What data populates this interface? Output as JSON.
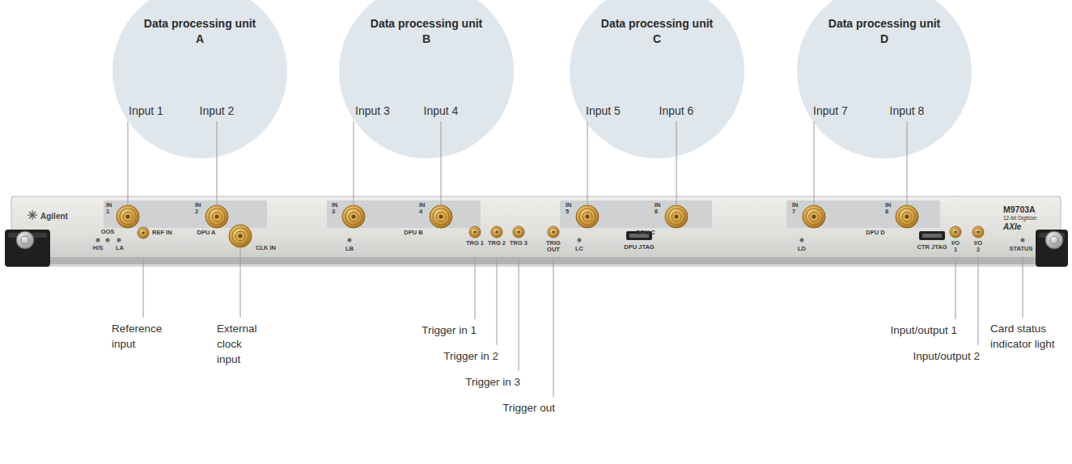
{
  "diagram": {
    "nodes": [
      {
        "text": [
          "Data processing unit A",
          "Input 1",
          "Input 2"
        ]
      },
      {
        "text": [
          "Data processing unit B",
          "Input 3",
          "Input 4"
        ]
      },
      {
        "text": [
          "Data processing unit C",
          "Input 5",
          "Input 6"
        ]
      },
      {
        "text": [
          "Data processing unit D",
          "Input 7",
          "Input 8"
        ]
      }
    ],
    "labels": [
      "Agilent",
      "IN 1",
      "IN 2",
      "DPU A",
      "OOS",
      "H/S",
      "LA",
      "REF IN",
      "CLK IN",
      "IN 3",
      "IN 4",
      "DPU B",
      "LB",
      "TRG 1",
      "TRG 2",
      "TRG 3",
      "TRIG OUT",
      "LC",
      "IN 5",
      "IN 6",
      "DPU C",
      "DPU JTAG",
      "IN 7",
      "IN 8",
      "DPU D",
      "LD",
      "CTR JTAG",
      "I/O 1",
      "I/O 2",
      "STATUS",
      "M9703A",
      "12-bit Digitizer",
      "AXIe",
      "Reference input",
      "External clock input",
      "Trigger in 1",
      "Trigger in 2",
      "Trigger in 3",
      "Trigger out",
      "Input/output 1",
      "Input/output 2",
      "Card status indicator light"
    ]
  }
}
